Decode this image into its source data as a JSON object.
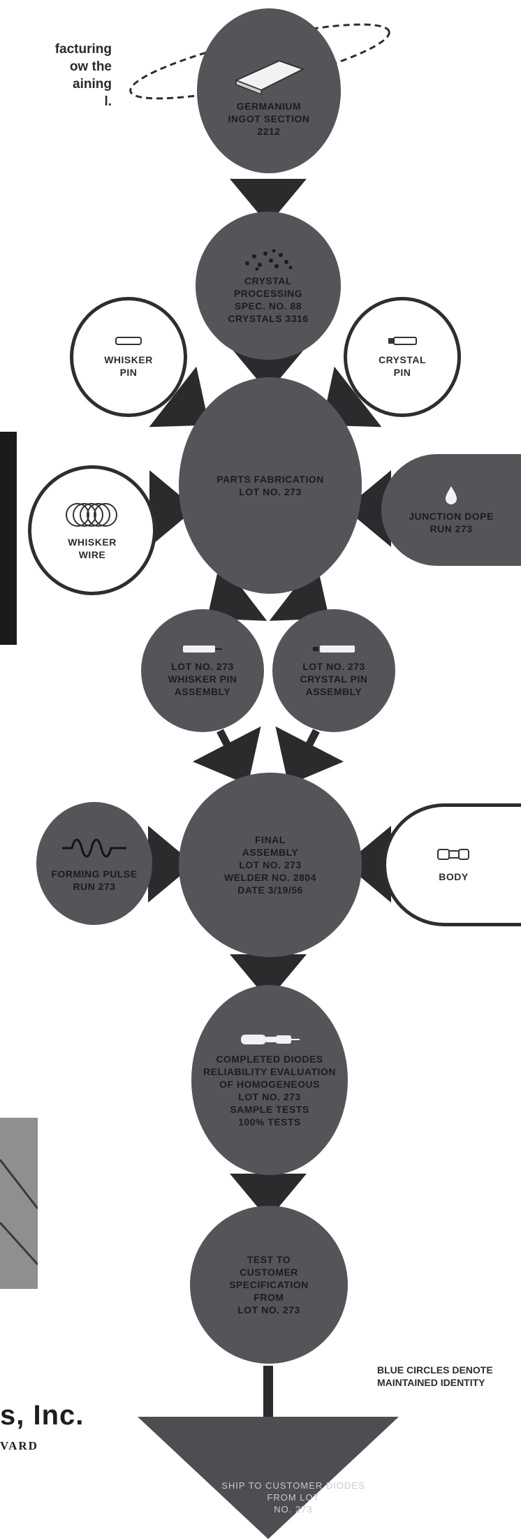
{
  "intro_fragment": [
    "facturing",
    "ow the",
    "aining",
    "l."
  ],
  "nodes": {
    "germanium": "GERMANIUM\nINGOT SECTION\n2212",
    "crystal_processing": "CRYSTAL\nPROCESSING\nSPEC. NO. 88\nCRYSTALS 3316",
    "whisker_pin": "WHISKER\nPIN",
    "crystal_pin": "CRYSTAL\nPIN",
    "parts_fabrication": "PARTS FABRICATION\nLOT NO. 273",
    "whisker_wire": "WHISKER\nWIRE",
    "junction_dope": "JUNCTION DOPE\nRUN 273",
    "whisker_pin_assembly": "LOT NO. 273\nWHISKER PIN\nASSEMBLY",
    "crystal_pin_assembly": "LOT NO. 273\nCRYSTAL PIN\nASSEMBLY",
    "forming_pulse": "FORMING PULSE\nRUN 273",
    "final_assembly": "FINAL\nASSEMBLY\nLOT NO. 273\nWELDER NO. 2804\nDATE 3/19/56",
    "body": "BODY",
    "completed_diodes": "COMPLETED DIODES\nRELIABILITY EVALUATION\nOF HOMOGENEOUS\nLOT NO. 273\nSAMPLE TESTS\n100% TESTS",
    "test_customer": "TEST TO\nCUSTOMER\nSPECIFICATION\nFROM\nLOT NO. 273",
    "ship": "SHIP TO CUSTOMER DIODES\nFROM LOT\nNO. 273"
  },
  "legend": [
    "BLUE CIRCLES DENOTE",
    "MAINTAINED IDENTITY"
  ],
  "company_fragment": "s, Inc.",
  "street_fragment": "VARD",
  "colors": {
    "identity_circle": "#555459",
    "component_circle": "#ffffff",
    "arrow": "#2b2b2d"
  }
}
